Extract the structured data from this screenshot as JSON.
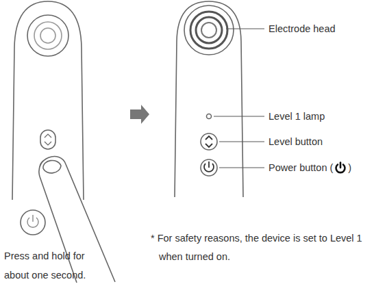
{
  "diagram": {
    "labels": [
      "Electrode head",
      "Level 1 lamp",
      "Level button",
      "Power button (",
      ")",
      "Press and hold for about one second.",
      "* For safety reasons, the device is set to Level 1 when turned on."
    ]
  }
}
